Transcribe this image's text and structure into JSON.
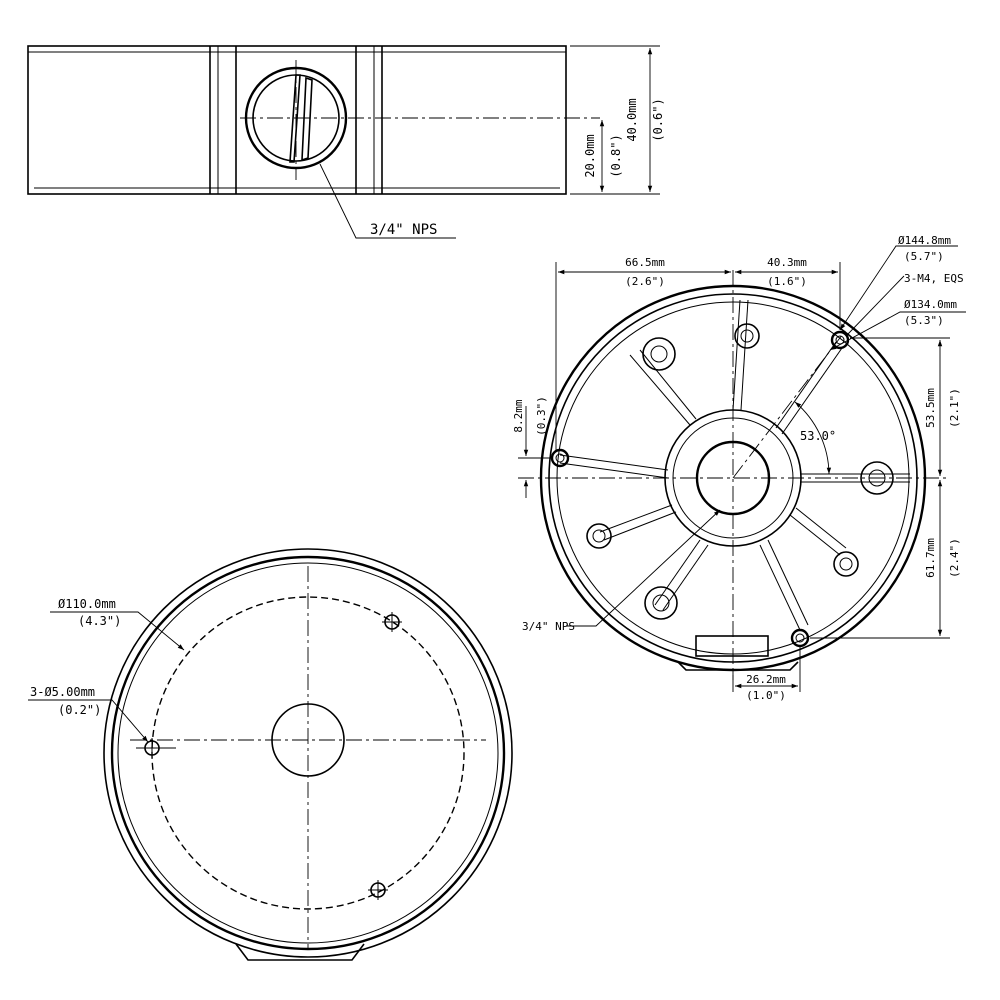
{
  "side_view": {
    "thread_label": "3/4\" NPS",
    "height_mm": "40.0mm",
    "height_in": "(0.6\")",
    "center_mm": "20.0mm",
    "center_in": "(0.8\")"
  },
  "top_view": {
    "width_left_mm": "66.5mm",
    "width_left_in": "(2.6\")",
    "width_right_mm": "40.3mm",
    "width_right_in": "(1.6\")",
    "dia_outer_mm": "Ø144.8mm",
    "dia_outer_in": "(5.7\")",
    "screws": "3-M4, EQS",
    "dia_inner_mm": "Ø134.0mm",
    "dia_inner_in": "(5.3\")",
    "height_up_mm": "53.5mm",
    "height_up_in": "(2.1\")",
    "height_down_mm": "61.7mm",
    "height_down_in": "(2.4\")",
    "offset_mm": "8.2mm",
    "offset_in": "(0.3\")",
    "angle": "53.0°",
    "thread_label": "3/4\" NPS",
    "bottom_mm": "26.2mm",
    "bottom_in": "(1.0\")"
  },
  "bottom_view": {
    "bolt_circle_mm": "Ø110.0mm",
    "bolt_circle_in": "(4.3\")",
    "holes_mm": "3-Ø5.00mm",
    "holes_in": "(0.2\")"
  }
}
